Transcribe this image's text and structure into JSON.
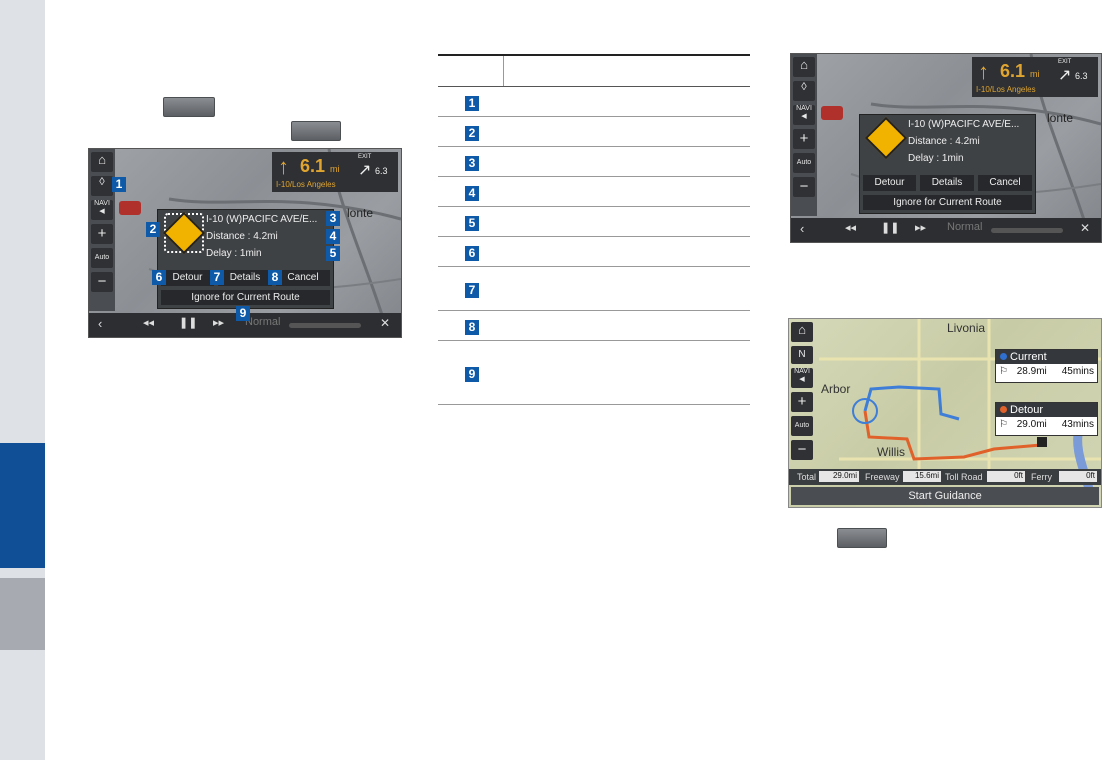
{
  "screen1": {
    "top_info": {
      "distance": "6.1",
      "unit": "mi",
      "exit_label": "EXIT",
      "next_distance": "6.3",
      "road": "I-10/Los Angeles"
    },
    "left_buttons": {
      "navi": "NAVI",
      "plus": "+",
      "minus": "−",
      "auto": "Auto"
    },
    "popup": {
      "title": "I-10 (W)PACIFC AVE/E...",
      "distance": "Distance : 4.2mi",
      "delay": "Delay : 1min",
      "buttons": {
        "detour": "Detour",
        "details": "Details",
        "cancel": "Cancel"
      },
      "ignore": "Ignore for Current Route"
    },
    "map_label": "lonte",
    "bottom": {
      "speed": "Normal"
    },
    "callouts": [
      "1",
      "2",
      "3",
      "4",
      "5",
      "6",
      "7",
      "8",
      "9"
    ]
  },
  "legend": {
    "rows": [
      "1",
      "2",
      "3",
      "4",
      "5",
      "6",
      "7",
      "8",
      "9"
    ]
  },
  "screen2": {
    "top_info": {
      "distance": "6.1",
      "unit": "mi",
      "exit_label": "EXIT",
      "next_distance": "6.3",
      "road": "I-10/Los Angeles"
    },
    "left_buttons": {
      "navi": "NAVI",
      "plus": "+",
      "minus": "−",
      "auto": "Auto"
    },
    "popup": {
      "title": "I-10 (W)PACIFC AVE/E...",
      "distance": "Distance : 4.2mi",
      "delay": "Delay : 1min",
      "buttons": {
        "detour": "Detour",
        "details": "Details",
        "cancel": "Cancel"
      },
      "ignore": "Ignore for Current Route"
    },
    "map_label": "lonte",
    "bottom": {
      "speed": "Normal"
    }
  },
  "screen3": {
    "map_labels": {
      "top": "Livonia",
      "left": "Arbor",
      "bottom": "Willis"
    },
    "left_buttons": {
      "navi": "NAVI",
      "n": "N",
      "plus": "+",
      "minus": "−",
      "auto": "Auto"
    },
    "current": {
      "label": "Current",
      "distance": "28.9mi",
      "time": "45mins",
      "color": "#2f6fd0"
    },
    "detour": {
      "label": "Detour",
      "distance": "29.0mi",
      "time": "43mins",
      "color": "#e0612a"
    },
    "stats": {
      "total_label": "Total",
      "total": "29.0mi",
      "freeway_label": "Freeway",
      "freeway": "15.6mi",
      "toll_label": "Toll Road",
      "toll": "0ft",
      "ferry_label": "Ferry",
      "ferry": "0ft"
    },
    "start": "Start Guidance"
  }
}
